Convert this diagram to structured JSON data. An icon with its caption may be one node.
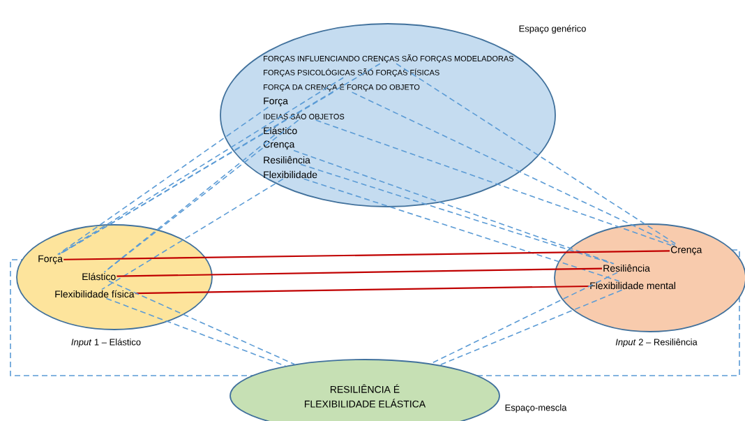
{
  "diagram": {
    "nodes": [
      {
        "text": [
          "Espaço genérico"
        ]
      },
      {
        "text": [
          "FORÇAS INFLUENCIANDO CRENÇAS SÃO FORÇAS MODELADORAS"
        ],
        "in": 0
      },
      {
        "text": [
          "FORÇAS PSICOLÓGICAS SÃO FORÇAS FÍSICAS"
        ],
        "in": 0
      },
      {
        "text": [
          "FORÇA DA CRENÇA É FORÇA DO OBJETO"
        ],
        "in": 0
      },
      {
        "text": [
          "Força"
        ],
        "in": 0
      },
      {
        "text": [
          "IDEIAS SÃO OBJETOS"
        ],
        "in": 0
      },
      {
        "text": [
          "Elástico"
        ],
        "in": 0
      },
      {
        "text": [
          "Crença"
        ],
        "in": 0
      },
      {
        "text": [
          "Resiliência"
        ],
        "in": 0
      },
      {
        "text": [
          "Flexibilidade"
        ],
        "in": 0
      },
      {
        "text": [
          "*Input* 1 – Elástico"
        ]
      },
      {
        "text": [
          "Força"
        ],
        "in": 10
      },
      {
        "text": [
          "Elástico"
        ],
        "in": 10
      },
      {
        "text": [
          "Flexibilidade física"
        ],
        "in": 10
      },
      {
        "text": [
          "*Input* 2 – Resiliência"
        ]
      },
      {
        "text": [
          "Crença"
        ],
        "in": 14
      },
      {
        "text": [
          "Resiliência"
        ],
        "in": 14
      },
      {
        "text": [
          "Flexibilidade mental"
        ],
        "in": 14
      },
      {
        "text": [
          "RESILIÊNCIA É FLEXIBILIDADE ELÁSTICA",
          "Espaço-mescla"
        ]
      }
    ],
    "edges": [
      {
        "from": 1,
        "to": 11,
        "arrow": "none",
        "style": "dashed"
      },
      {
        "from": 2,
        "to": 11,
        "arrow": "none",
        "style": "dashed"
      },
      {
        "from": 3,
        "to": 11,
        "arrow": "none",
        "style": "dashed"
      },
      {
        "from": 4,
        "to": 11,
        "arrow": "none",
        "style": "dashed"
      },
      {
        "from": 5,
        "to": 12,
        "arrow": "none",
        "style": "dashed"
      },
      {
        "from": 6,
        "to": 12,
        "arrow": "none",
        "style": "dashed"
      },
      {
        "from": 9,
        "to": 13,
        "arrow": "none",
        "style": "dashed"
      },
      {
        "from": 1,
        "to": 15,
        "arrow": "none",
        "style": "dashed"
      },
      {
        "from": 3,
        "to": 15,
        "arrow": "none",
        "style": "dashed"
      },
      {
        "from": 5,
        "to": 15,
        "arrow": "none",
        "style": "dashed"
      },
      {
        "from": 7,
        "to": 16,
        "arrow": "none",
        "style": "dashed"
      },
      {
        "from": 8,
        "to": 16,
        "arrow": "none",
        "style": "dashed"
      },
      {
        "from": 9,
        "to": 17,
        "arrow": "none",
        "style": "dashed"
      },
      {
        "from": 11,
        "to": 15,
        "arrow": "none",
        "color": "#c00000"
      },
      {
        "from": 12,
        "to": 16,
        "arrow": "none",
        "color": "#c00000"
      },
      {
        "from": 13,
        "to": 17,
        "arrow": "none",
        "color": "#c00000"
      },
      {
        "from": 12,
        "to": 18,
        "arrow": "none",
        "style": "dashed"
      },
      {
        "from": 13,
        "to": 18,
        "arrow": "none",
        "style": "dashed"
      },
      {
        "from": 16,
        "to": 18,
        "arrow": "none",
        "style": "dashed"
      },
      {
        "from": 17,
        "to": 18,
        "arrow": "none",
        "style": "dashed"
      }
    ]
  }
}
